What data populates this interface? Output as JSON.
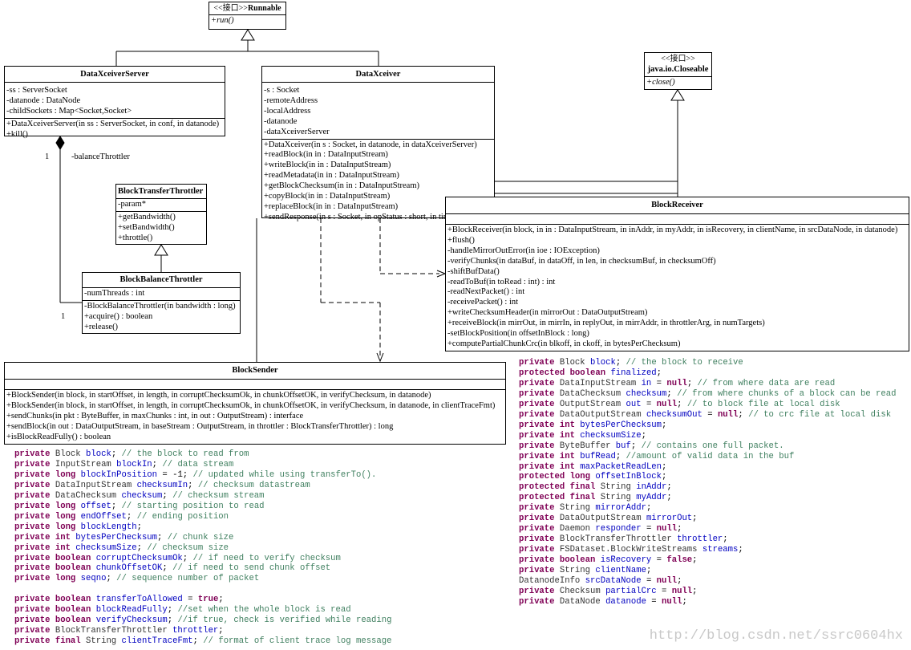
{
  "classes": {
    "runnable": {
      "stereotype": "<<接口>>",
      "name": "Runnable",
      "methods": [
        "+run()"
      ]
    },
    "closeable": {
      "stereotype": "<<接口>>",
      "name": "java.io.Closeable",
      "methods": [
        "+close()"
      ]
    },
    "server": {
      "name": "DataXceiverServer",
      "attrs": [
        "-ss : ServerSocket",
        "-datanode : DataNode",
        "-childSockets : Map<Socket,Socket>"
      ],
      "methods": [
        "+DataXceiverServer(in ss : ServerSocket, in conf, in datanode)",
        "+kill()"
      ]
    },
    "xceiver": {
      "name": "DataXceiver",
      "attrs": [
        "-s : Socket",
        "-remoteAddress",
        "-localAddress",
        "-datanode",
        "-dataXceiverServer"
      ],
      "methods": [
        "+DataXceiver(in s : Socket, in datanode, in dataXceiverServer)",
        "+readBlock(in in : DataInputStream)",
        "+writeBlock(in in : DataInputStream)",
        "+readMetadata(in in : DataInputStream)",
        "+getBlockChecksum(in in : DataInputStream)",
        "+copyBlock(in in : DataInputStream)",
        "+replaceBlock(in in : DataInputStream)",
        "+sendResponse(in s : Socket, in opStatus : short, in timeout : long)"
      ]
    },
    "throttler": {
      "name": "BlockTransferThrottler",
      "attrs": [
        "-param*"
      ],
      "methods": [
        "+getBandwidth()",
        "+setBandwidth()",
        "+throttle()"
      ]
    },
    "balance": {
      "name": "BlockBalanceThrottler",
      "attrs": [
        "-numThreads : int"
      ],
      "methods": [
        "-BlockBalanceThrottler(in bandwidth : long)",
        "+acquire() : boolean",
        "+release()"
      ]
    },
    "receiver": {
      "name": "BlockReceiver",
      "methods": [
        "+BlockReceiver(in block, in in : DataInputStream, in inAddr, in myAddr, in isRecovery, in clientName, in srcDataNode, in datanode)",
        "+flush()",
        "-handleMirrorOutError(in ioe : IOException)",
        "-verifyChunks(in dataBuf, in dataOff, in len, in checksumBuf, in checksumOff)",
        "-shiftBufData()",
        "-readToBuf(in toRead : int) : int",
        "-readNextPacket() : int",
        "-receivePacket() : int",
        "+writeChecksumHeader(in mirrorOut : DataOutputStream)",
        "+receiveBlock(in mirrOut, in mirrIn, in replyOut, in mirrAddr, in throttlerArg, in numTargets)",
        "-setBlockPosition(in offsetInBlock : long)",
        "+computePartialChunkCrc(in blkoff, in ckoff, in bytesPerChecksum)"
      ]
    },
    "sender": {
      "name": "BlockSender",
      "methods": [
        "+BlockSender(in block, in startOffset, in length, in corruptChecksumOk, in chunkOffsetOK, in verifyChecksum, in datanode)",
        "+BlockSender(in block, in startOffset, in length, in corruptChecksumOk, in chunkOffsetOK, in verifyChecksum, in datanode, in clientTraceFmt)",
        "+sendChunks(in pkt : ByteBuffer, in maxChunks : int, in out : OutputStream) : interface",
        "+sendBlock(in out : DataOutputStream, in baseStream : OutputStream, in throttler : BlockTransferThrottler) : long",
        "+isBlockReadFully() : boolean"
      ]
    }
  },
  "labels": {
    "mult1": "1",
    "mult2": "1",
    "role": "-balanceThrottler"
  },
  "sender_fields": [
    [
      [
        "kw",
        "private "
      ],
      [
        "ty",
        "Block "
      ],
      [
        "fd",
        "block"
      ],
      [
        "op",
        "; "
      ],
      [
        "cm",
        "// the block to read from"
      ]
    ],
    [
      [
        "kw",
        "private "
      ],
      [
        "ty",
        "InputStream "
      ],
      [
        "fd",
        "blockIn"
      ],
      [
        "op",
        "; "
      ],
      [
        "cm",
        "// data stream"
      ]
    ],
    [
      [
        "kw",
        "private long "
      ],
      [
        "fd",
        "blockInPosition"
      ],
      [
        "op",
        " = -1; "
      ],
      [
        "cm",
        "// updated while using transferTo()."
      ]
    ],
    [
      [
        "kw",
        "private "
      ],
      [
        "ty",
        "DataInputStream "
      ],
      [
        "fd",
        "checksumIn"
      ],
      [
        "op",
        "; "
      ],
      [
        "cm",
        "// checksum datastream"
      ]
    ],
    [
      [
        "kw",
        "private "
      ],
      [
        "ty",
        "DataChecksum "
      ],
      [
        "fd",
        "checksum"
      ],
      [
        "op",
        "; "
      ],
      [
        "cm",
        "// checksum stream"
      ]
    ],
    [
      [
        "kw",
        "private long "
      ],
      [
        "fd",
        "offset"
      ],
      [
        "op",
        "; "
      ],
      [
        "cm",
        "// starting position to read"
      ]
    ],
    [
      [
        "kw",
        "private long "
      ],
      [
        "fd",
        "endOffset"
      ],
      [
        "op",
        "; "
      ],
      [
        "cm",
        "// ending position"
      ]
    ],
    [
      [
        "kw",
        "private long "
      ],
      [
        "fd",
        "blockLength"
      ],
      [
        "op",
        ";"
      ]
    ],
    [
      [
        "kw",
        "private int "
      ],
      [
        "fd",
        "bytesPerChecksum"
      ],
      [
        "op",
        "; "
      ],
      [
        "cm",
        "// chunk size"
      ]
    ],
    [
      [
        "kw",
        "private int "
      ],
      [
        "fd",
        "checksumSize"
      ],
      [
        "op",
        "; "
      ],
      [
        "cm",
        "// checksum size"
      ]
    ],
    [
      [
        "kw",
        "private boolean "
      ],
      [
        "fd",
        "corruptChecksumOk"
      ],
      [
        "op",
        "; "
      ],
      [
        "cm",
        "// if need to verify checksum"
      ]
    ],
    [
      [
        "kw",
        "private boolean "
      ],
      [
        "fd",
        "chunkOffsetOK"
      ],
      [
        "op",
        "; "
      ],
      [
        "cm",
        "// if need to send chunk offset"
      ]
    ],
    [
      [
        "kw",
        "private long "
      ],
      [
        "fd",
        "seqno"
      ],
      [
        "op",
        "; "
      ],
      [
        "cm",
        "// sequence number of packet"
      ]
    ],
    [],
    [
      [
        "kw",
        "private boolean "
      ],
      [
        "fd",
        "transferToAllowed"
      ],
      [
        "op",
        " = "
      ],
      [
        "kw",
        "true"
      ],
      [
        "op",
        ";"
      ]
    ],
    [
      [
        "kw",
        "private boolean "
      ],
      [
        "fd",
        "blockReadFully"
      ],
      [
        "op",
        "; "
      ],
      [
        "cm",
        "//set when the whole block is read"
      ]
    ],
    [
      [
        "kw",
        "private boolean "
      ],
      [
        "fd",
        "verifyChecksum"
      ],
      [
        "op",
        "; "
      ],
      [
        "cm",
        "//if true, check is verified while reading"
      ]
    ],
    [
      [
        "kw",
        "private "
      ],
      [
        "ty",
        "BlockTransferThrottler "
      ],
      [
        "fd",
        "throttler"
      ],
      [
        "op",
        ";"
      ]
    ],
    [
      [
        "kw",
        "private final "
      ],
      [
        "ty",
        "String "
      ],
      [
        "fd",
        "clientTraceFmt"
      ],
      [
        "op",
        "; "
      ],
      [
        "cm",
        "// format of client trace log message"
      ]
    ]
  ],
  "receiver_fields": [
    [
      [
        "kw",
        "private "
      ],
      [
        "ty",
        "Block "
      ],
      [
        "fd",
        "block"
      ],
      [
        "op",
        "; "
      ],
      [
        "cm",
        "// the block to receive"
      ]
    ],
    [
      [
        "kw",
        "protected boolean "
      ],
      [
        "fd",
        "finalized"
      ],
      [
        "op",
        ";"
      ]
    ],
    [
      [
        "kw",
        "private "
      ],
      [
        "ty",
        "DataInputStream "
      ],
      [
        "fd",
        "in"
      ],
      [
        "op",
        " = "
      ],
      [
        "kw",
        "null"
      ],
      [
        "op",
        "; "
      ],
      [
        "cm",
        "// from where data are read"
      ]
    ],
    [
      [
        "kw",
        "private "
      ],
      [
        "ty",
        "DataChecksum "
      ],
      [
        "fd",
        "checksum"
      ],
      [
        "op",
        "; "
      ],
      [
        "cm",
        "// from where chunks of a block can be read"
      ]
    ],
    [
      [
        "kw",
        "private "
      ],
      [
        "ty",
        "OutputStream "
      ],
      [
        "fd",
        "out"
      ],
      [
        "op",
        " = "
      ],
      [
        "kw",
        "null"
      ],
      [
        "op",
        "; "
      ],
      [
        "cm",
        "// to block file at local disk"
      ]
    ],
    [
      [
        "kw",
        "private "
      ],
      [
        "ty",
        "DataOutputStream "
      ],
      [
        "fd",
        "checksumOut"
      ],
      [
        "op",
        " = "
      ],
      [
        "kw",
        "null"
      ],
      [
        "op",
        "; "
      ],
      [
        "cm",
        "// to crc file at local disk"
      ]
    ],
    [
      [
        "kw",
        "private int "
      ],
      [
        "fd",
        "bytesPerChecksum"
      ],
      [
        "op",
        ";"
      ]
    ],
    [
      [
        "kw",
        "private int "
      ],
      [
        "fd",
        "checksumSize"
      ],
      [
        "op",
        ";"
      ]
    ],
    [
      [
        "kw",
        "private "
      ],
      [
        "ty",
        "ByteBuffer "
      ],
      [
        "fd",
        "buf"
      ],
      [
        "op",
        "; "
      ],
      [
        "cm",
        "// contains one full packet."
      ]
    ],
    [
      [
        "kw",
        "private int "
      ],
      [
        "fd",
        "bufRead"
      ],
      [
        "op",
        "; "
      ],
      [
        "cm",
        "//amount of valid data in the buf"
      ]
    ],
    [
      [
        "kw",
        "private int "
      ],
      [
        "fd",
        "maxPacketReadLen"
      ],
      [
        "op",
        ";"
      ]
    ],
    [
      [
        "kw",
        "protected long "
      ],
      [
        "fd",
        "offsetInBlock"
      ],
      [
        "op",
        ";"
      ]
    ],
    [
      [
        "kw",
        "protected final "
      ],
      [
        "ty",
        "String "
      ],
      [
        "fd",
        "inAddr"
      ],
      [
        "op",
        ";"
      ]
    ],
    [
      [
        "kw",
        "protected final "
      ],
      [
        "ty",
        "String "
      ],
      [
        "fd",
        "myAddr"
      ],
      [
        "op",
        ";"
      ]
    ],
    [
      [
        "kw",
        "private "
      ],
      [
        "ty",
        "String "
      ],
      [
        "fd",
        "mirrorAddr"
      ],
      [
        "op",
        ";"
      ]
    ],
    [
      [
        "kw",
        "private "
      ],
      [
        "ty",
        "DataOutputStream "
      ],
      [
        "fd",
        "mirrorOut"
      ],
      [
        "op",
        ";"
      ]
    ],
    [
      [
        "kw",
        "private "
      ],
      [
        "ty",
        "Daemon "
      ],
      [
        "fd",
        "responder"
      ],
      [
        "op",
        " = "
      ],
      [
        "kw",
        "null"
      ],
      [
        "op",
        ";"
      ]
    ],
    [
      [
        "kw",
        "private "
      ],
      [
        "ty",
        "BlockTransferThrottler "
      ],
      [
        "fd",
        "throttler"
      ],
      [
        "op",
        ";"
      ]
    ],
    [
      [
        "kw",
        "private "
      ],
      [
        "ty",
        "FSDataset.BlockWriteStreams "
      ],
      [
        "fd",
        "streams"
      ],
      [
        "op",
        ";"
      ]
    ],
    [
      [
        "kw",
        "private boolean "
      ],
      [
        "fd",
        "isRecovery"
      ],
      [
        "op",
        " = "
      ],
      [
        "kw",
        "false"
      ],
      [
        "op",
        ";"
      ]
    ],
    [
      [
        "kw",
        "private "
      ],
      [
        "ty",
        "String "
      ],
      [
        "fd",
        "clientName"
      ],
      [
        "op",
        ";"
      ]
    ],
    [
      [
        "ty",
        "DatanodeInfo "
      ],
      [
        "fd",
        "srcDataNode"
      ],
      [
        "op",
        " = "
      ],
      [
        "kw",
        "null"
      ],
      [
        "op",
        ";"
      ]
    ],
    [
      [
        "kw",
        "private "
      ],
      [
        "ty",
        "Checksum "
      ],
      [
        "fd",
        "partialCrc"
      ],
      [
        "op",
        " = "
      ],
      [
        "kw",
        "null"
      ],
      [
        "op",
        ";"
      ]
    ],
    [
      [
        "kw",
        "private "
      ],
      [
        "ty",
        "DataNode "
      ],
      [
        "fd",
        "datanode"
      ],
      [
        "op",
        " = "
      ],
      [
        "kw",
        "null"
      ],
      [
        "op",
        ";"
      ]
    ]
  ],
  "watermark": "http://blog.csdn.net/ssrc0604hx"
}
